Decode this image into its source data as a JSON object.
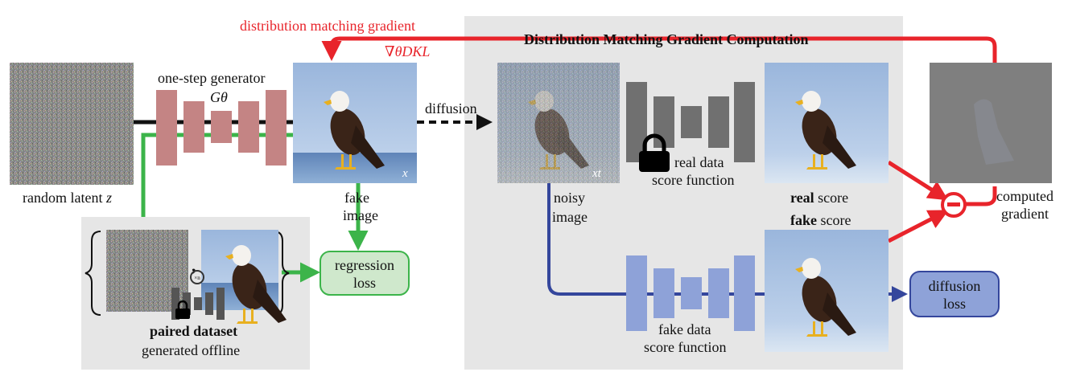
{
  "random_latent_label": "random latent",
  "random_latent_var": "z",
  "generator_label": "one-step generator",
  "generator_symbol": "Gθ",
  "fake_image_var": "x",
  "fake_image_line1": "fake",
  "fake_image_line2": "image",
  "dmg_label": "distribution matching gradient",
  "dmg_symbol": "∇θDKL",
  "diffusion_label": "diffusion",
  "panel_title": "Distribution Matching Gradient Computation",
  "noisy_image_var": "xt",
  "noisy_image_line1": "noisy",
  "noisy_image_line2": "image",
  "real_fn_line1": "real data",
  "real_fn_line2": "score function",
  "real_score_bold": "real",
  "real_score_rest": "score",
  "fake_score_bold": "fake",
  "fake_score_rest": "score",
  "computed_line1": "computed",
  "computed_line2": "gradient",
  "fake_fn_line1": "fake data",
  "fake_fn_line2": "score function",
  "diffusion_loss_line1": "diffusion",
  "diffusion_loss_line2": "loss",
  "regression_line1": "regression",
  "regression_line2": "loss",
  "paired_bold": "paired dataset",
  "paired_rest": "generated offline",
  "pair_comma": ",",
  "ode_label": "×n",
  "colors": {
    "generator": "#c48484",
    "real_net": "#707070",
    "fake_net": "#8ea2d8",
    "red_arrow": "#e8242b",
    "green_arrow": "#3cb44a",
    "blue_arrow": "#34469c",
    "panel_bg": "#e6e6e6",
    "regression_fill": "#cfe8cc",
    "diffusion_loss_fill": "#8ea2d8"
  }
}
